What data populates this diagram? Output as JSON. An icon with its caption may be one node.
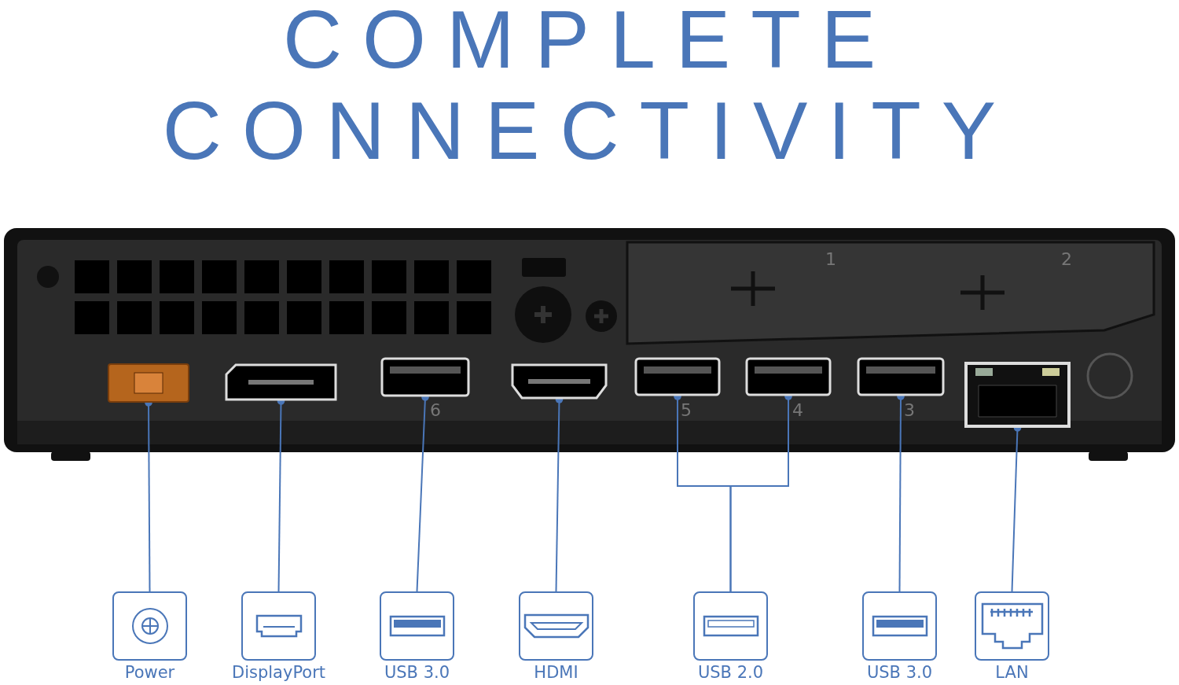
{
  "diagram": {
    "title": "COMPLETE CONNECTIVITY",
    "nodes": [
      {
        "text": [],
        "shape": "picture"
      },
      {
        "text": [],
        "shape": "picture"
      },
      {
        "text": [],
        "shape": "picture"
      },
      {
        "text": [],
        "shape": "picture"
      },
      {
        "text": [],
        "shape": "picture"
      },
      {
        "text": [],
        "shape": "picture"
      },
      {
        "text": [],
        "shape": "picture"
      },
      {
        "text": [],
        "shape": "picture"
      },
      {
        "text": [
          "Power"
        ]
      },
      {
        "text": [
          "DisplayPort"
        ]
      },
      {
        "text": [
          "USB 3.0"
        ]
      },
      {
        "text": [
          "HDMI"
        ]
      },
      {
        "text": [
          "USB 2.0"
        ]
      },
      {
        "text": [
          "USB 3.0"
        ]
      },
      {
        "text": [
          "LAN"
        ]
      }
    ],
    "edges": [
      {
        "from": 8,
        "to": 0,
        "arrow": "other"
      },
      {
        "from": 9,
        "to": 1,
        "arrow": "other"
      },
      {
        "from": 10,
        "to": 2,
        "arrow": "other"
      },
      {
        "from": 11,
        "to": 3,
        "arrow": "other"
      },
      {
        "from": 12,
        "to": 4,
        "arrow": "other"
      },
      {
        "from": 12,
        "to": 5,
        "arrow": "other"
      },
      {
        "from": 13,
        "to": 6,
        "arrow": "other"
      },
      {
        "from": 14,
        "to": 7,
        "arrow": "other"
      }
    ],
    "labels": [
      "1",
      "2",
      "6",
      "5",
      "4",
      "3"
    ]
  }
}
